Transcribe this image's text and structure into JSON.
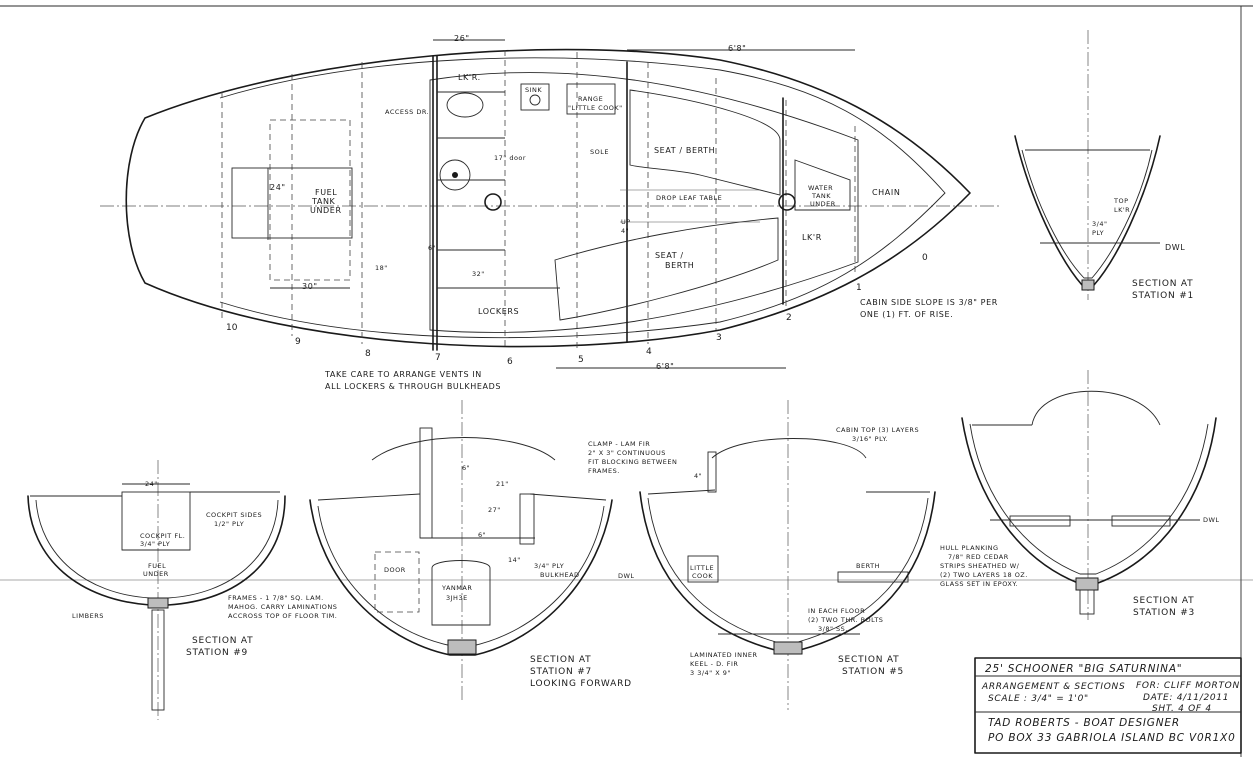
{
  "plan": {
    "dims": {
      "head_width": "26\"",
      "saloon_top": "6'8\"",
      "saloon_bottom": "6'8\"",
      "fuel_width": "24\"",
      "fuel_length": "30\"",
      "v18": "18\"",
      "v6": "6\"",
      "h32": "32\"",
      "v17": "17\" door",
      "up4a": "UP",
      "up4b": "4\""
    },
    "labels": {
      "lkr_head": "LK'R.",
      "access": "ACCESS DR.",
      "sink": "SINK",
      "range1": "RANGE",
      "range2": "\"LITTLE COOK\"",
      "sole": "SOLE",
      "seat_top": "SEAT / BERTH",
      "drop_leaf": "DROP LEAF TABLE",
      "seat_bot1": "SEAT /",
      "seat_bot2": "BERTH",
      "water1": "WATER",
      "water2": "TANK",
      "water3": "UNDER",
      "chain": "CHAIN",
      "lkr_fwd": "LK'R",
      "lockers": "LOCKERS",
      "fuel1": "FUEL",
      "fuel2": "TANK",
      "fuel3": "UNDER",
      "cabin_note1": "CABIN SIDE SLOPE IS 3/8\" PER",
      "cabin_note2": "ONE (1) FT. OF RISE.",
      "vents1": "TAKE CARE TO ARRANGE VENTS IN",
      "vents2": "ALL LOCKERS & THROUGH BULKHEADS"
    },
    "stations": [
      "10",
      "9",
      "8",
      "7",
      "6",
      "5",
      "4",
      "3",
      "2",
      "1",
      "0"
    ]
  },
  "section1": {
    "top_lkr1": "TOP",
    "top_lkr2": "LK'R",
    "ply1": "3/4\"",
    "ply2": "PLY",
    "dwl": "DWL",
    "title1": "SECTION AT",
    "title2": "STATION #1"
  },
  "section9": {
    "d24": "24\"",
    "cockpit1": "COCKPIT FL.",
    "cockpit2": "3/4\" PLY",
    "sides1": "COCKPIT SIDES",
    "sides2": "1/2\" PLY",
    "fuel1": "FUEL",
    "fuel2": "UNDER",
    "frames1": "FRAMES - 1 7/8\" SQ. LAM.",
    "frames2": "MAHOG. CARRY LAMINATIONS",
    "frames3": "ACCROSS TOP OF FLOOR TIM.",
    "limbers": "LIMBERS",
    "title1": "SECTION AT",
    "title2": "STATION #9"
  },
  "section7": {
    "d6a": "6\"",
    "d21": "21\"",
    "d27": "27\"",
    "d6b": "6\"",
    "d14": "14\"",
    "door": "DOOR",
    "yanmar1": "YANMAR",
    "yanmar2": "3JH3E",
    "ply1": "3/4\" PLY",
    "ply2": "BULKHEAD",
    "dwl": "DWL",
    "title1": "SECTION AT",
    "title2": "STATION #7",
    "title3": "LOOKING FORWARD"
  },
  "section5": {
    "clamp1": "CLAMP - LAM FIR",
    "clamp2": "2\" X 3\" CONTINUOUS",
    "clamp3": "FIT BLOCKING BETWEEN",
    "clamp4": "FRAMES.",
    "d4": "4\"",
    "cabin1": "CABIN TOP (3) LAYERS",
    "cabin2": "3/16\" PLY.",
    "little1": "LITTLE",
    "little2": "COOK",
    "berth": "BERTH",
    "floor1": "IN EACH FLOOR",
    "floor2": "(2) TWO THR. BOLTS",
    "floor3": "3/8\" SS.",
    "keel1": "LAMINATED INNER",
    "keel2": "KEEL - D. FIR",
    "keel3": "3 3/4\" X 9\"",
    "title1": "SECTION AT",
    "title2": "STATION #5"
  },
  "section3": {
    "dwl": "DWL",
    "hull1": "HULL PLANKING",
    "hull2": "7/8\" RED CEDAR",
    "hull3": "STRIPS SHEATHED W/",
    "hull4": "(2) TWO LAYERS 18 OZ.",
    "hull5": "GLASS SET IN EPOXY.",
    "title1": "SECTION AT",
    "title2": "STATION #3"
  },
  "title_block": {
    "project": "25' SCHOONER \"BIG SATURNINA\"",
    "desc1": "ARRANGEMENT & SECTIONS",
    "desc2": "SCALE : 3/4\" = 1'0\"",
    "for": "FOR: CLIFF MORTON",
    "date": "DATE: 4/11/2011",
    "sheet": "SHT. 4 OF 4",
    "designer": "TAD ROBERTS - BOAT DESIGNER",
    "address": "PO BOX 33 GABRIOLA ISLAND BC V0R1X0"
  }
}
